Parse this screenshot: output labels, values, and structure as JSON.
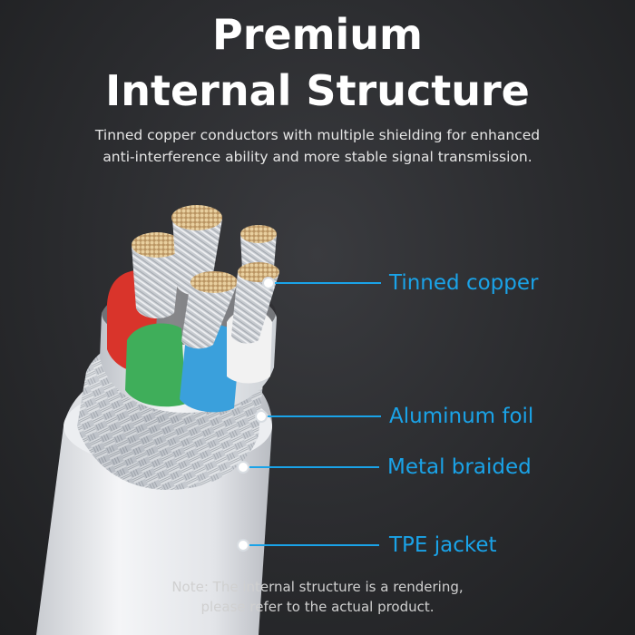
{
  "header": {
    "title_line1": "Premium",
    "title_line2": "Internal Structure",
    "subtitle_line1": "Tinned copper conductors with multiple shielding for enhanced",
    "subtitle_line2": "anti-interference ability and more stable signal transmission."
  },
  "callouts": [
    {
      "label": "Tinned copper"
    },
    {
      "label": "Aluminum foil"
    },
    {
      "label": "Metal braided"
    },
    {
      "label": "TPE jacket"
    }
  ],
  "note": {
    "line1": "Note: The internal structure is a rendering,",
    "line2": "please refer to the actual product."
  },
  "colors": {
    "accent": "#1aa3e8",
    "jacket": "#e9ebee",
    "wire_red": "#d9342b",
    "wire_green": "#3fae5a",
    "wire_blue": "#3aa0dc",
    "wire_white": "#f2f2f2",
    "copper": "#d8b98a"
  }
}
